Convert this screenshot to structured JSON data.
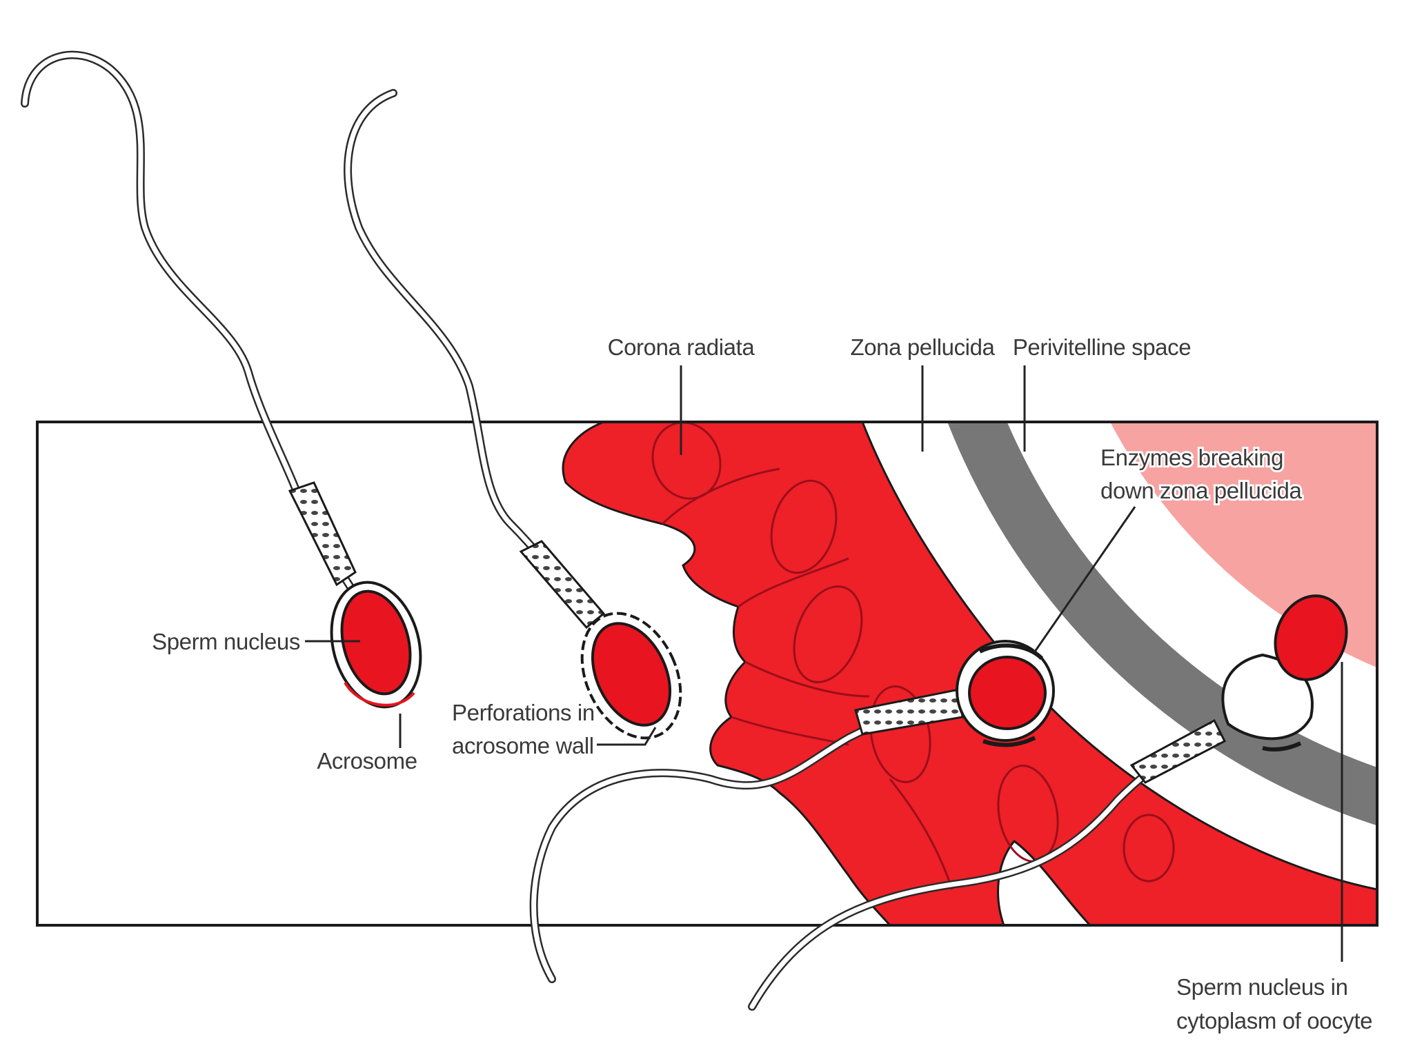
{
  "labels": {
    "corona_radiata": "Corona radiata",
    "zona_pellucida": "Zona pellucida",
    "perivitelline_space": "Perivitelline space",
    "enzymes_line1": "Enzymes breaking",
    "enzymes_line2": "down zona pellucida",
    "sperm_nucleus": "Sperm nucleus",
    "acrosome": "Acrosome",
    "perforations_line1": "Perforations in",
    "perforations_line2": "acrosome wall",
    "sperm_nucleus_oocyte_line1": "Sperm nucleus in",
    "sperm_nucleus_oocyte_line2": "cytoplasm of oocyte"
  },
  "colors": {
    "nucleus_red": "#e8141f",
    "corona_red": "#ee2028",
    "zona_gray": "#7a7a7a",
    "cytoplasm_pink": "#f7a3a1",
    "outline": "#1a1a1a"
  }
}
